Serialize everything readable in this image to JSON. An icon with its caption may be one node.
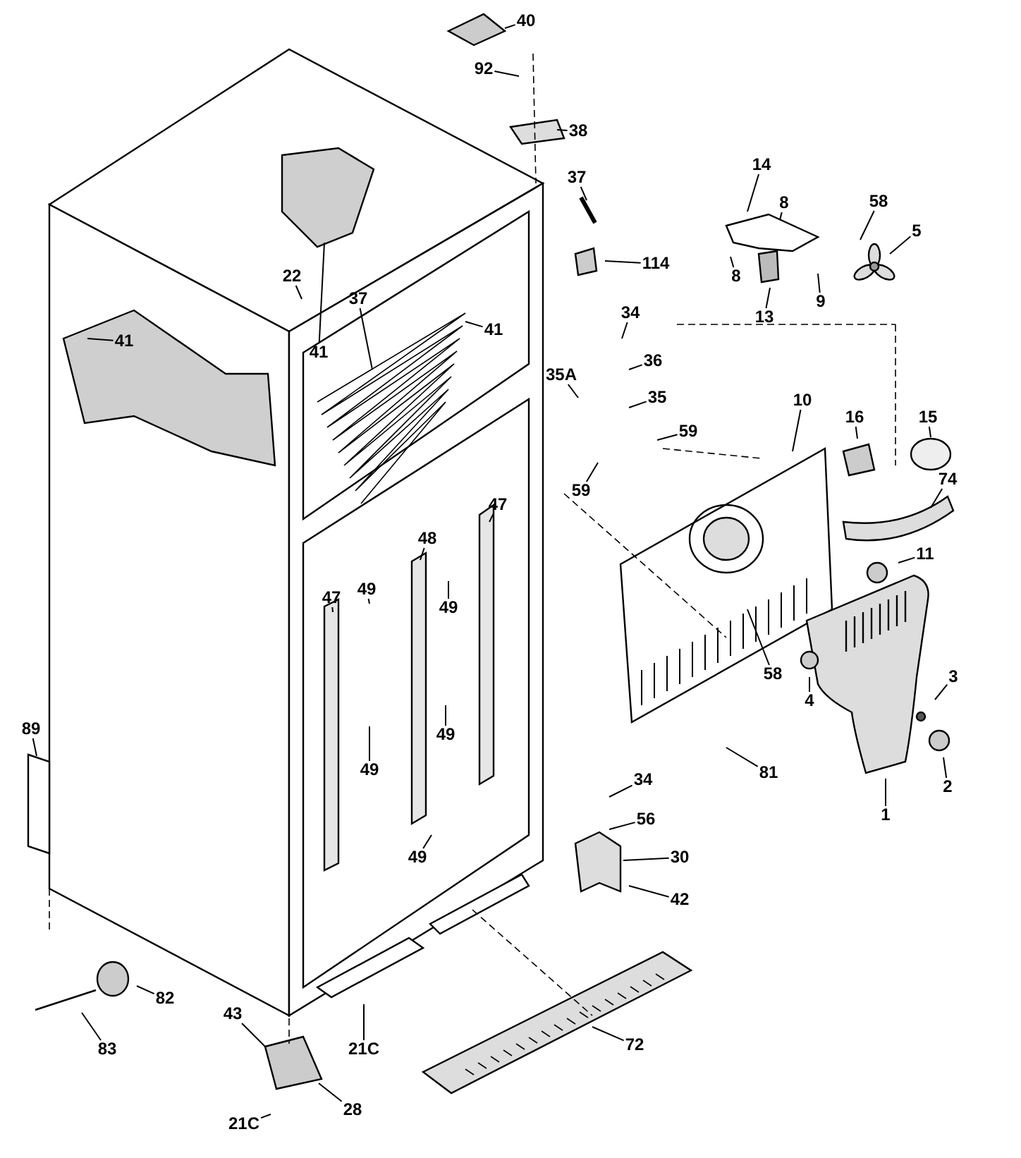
{
  "diagram": {
    "nodes": [
      {
        "text": [
          "40"
        ]
      },
      {
        "text": [
          "92"
        ]
      },
      {
        "text": [
          "38"
        ]
      },
      {
        "text": [
          "37"
        ]
      },
      {
        "text": [
          "14"
        ]
      },
      {
        "text": [
          "58"
        ]
      },
      {
        "text": [
          "8"
        ]
      },
      {
        "text": [
          "8"
        ]
      },
      {
        "text": [
          "5"
        ]
      },
      {
        "text": [
          "13"
        ]
      },
      {
        "text": [
          "9"
        ]
      },
      {
        "text": [
          "22"
        ]
      },
      {
        "text": [
          "41"
        ]
      },
      {
        "text": [
          "37"
        ]
      },
      {
        "text": [
          "114"
        ]
      },
      {
        "text": [
          "41"
        ]
      },
      {
        "text": [
          "41"
        ]
      },
      {
        "text": [
          "34"
        ]
      },
      {
        "text": [
          "36"
        ]
      },
      {
        "text": [
          "35A"
        ]
      },
      {
        "text": [
          "35"
        ]
      },
      {
        "text": [
          "59"
        ]
      },
      {
        "text": [
          "59"
        ]
      },
      {
        "text": [
          "10"
        ]
      },
      {
        "text": [
          "16"
        ]
      },
      {
        "text": [
          "15"
        ]
      },
      {
        "text": [
          "74"
        ]
      },
      {
        "text": [
          "47"
        ]
      },
      {
        "text": [
          "48"
        ]
      },
      {
        "text": [
          "47"
        ]
      },
      {
        "text": [
          "49"
        ]
      },
      {
        "text": [
          "49"
        ]
      },
      {
        "text": [
          "49"
        ]
      },
      {
        "text": [
          "49"
        ]
      },
      {
        "text": [
          "49"
        ]
      },
      {
        "text": [
          "11"
        ]
      },
      {
        "text": [
          "58"
        ]
      },
      {
        "text": [
          "4"
        ]
      },
      {
        "text": [
          "3"
        ]
      },
      {
        "text": [
          "2"
        ]
      },
      {
        "text": [
          "1"
        ]
      },
      {
        "text": [
          "81"
        ]
      },
      {
        "text": [
          "89"
        ]
      },
      {
        "text": [
          "34"
        ]
      },
      {
        "text": [
          "56"
        ]
      },
      {
        "text": [
          "30"
        ]
      },
      {
        "text": [
          "42"
        ]
      },
      {
        "text": [
          "82"
        ]
      },
      {
        "text": [
          "83"
        ]
      },
      {
        "text": [
          "21C"
        ]
      },
      {
        "text": [
          "72"
        ]
      },
      {
        "text": [
          "43"
        ]
      },
      {
        "text": [
          "28"
        ]
      },
      {
        "text": [
          "21C"
        ]
      }
    ],
    "edges": [
      {
        "from": 0,
        "to": null,
        "arrow": "none"
      },
      {
        "from": 1,
        "to": null,
        "arrow": "none"
      },
      {
        "from": 2,
        "to": null,
        "arrow": "none"
      },
      {
        "from": 3,
        "to": null,
        "arrow": "none"
      },
      {
        "from": 4,
        "to": null,
        "arrow": "none"
      },
      {
        "from": 5,
        "to": null,
        "arrow": "none"
      },
      {
        "from": 6,
        "to": null,
        "arrow": "none"
      },
      {
        "from": 7,
        "to": null,
        "arrow": "none"
      },
      {
        "from": 8,
        "to": null,
        "arrow": "none"
      },
      {
        "from": 9,
        "to": null,
        "arrow": "none"
      },
      {
        "from": 10,
        "to": null,
        "arrow": "none"
      },
      {
        "from": 11,
        "to": null,
        "arrow": "none"
      },
      {
        "from": 12,
        "to": null,
        "arrow": "none"
      },
      {
        "from": 13,
        "to": null,
        "arrow": "none"
      },
      {
        "from": 14,
        "to": null,
        "arrow": "none"
      },
      {
        "from": 15,
        "to": null,
        "arrow": "none"
      },
      {
        "from": 16,
        "to": null,
        "arrow": "none"
      },
      {
        "from": 17,
        "to": null,
        "arrow": "none"
      },
      {
        "from": 18,
        "to": null,
        "arrow": "none"
      },
      {
        "from": 19,
        "to": null,
        "arrow": "none"
      },
      {
        "from": 20,
        "to": null,
        "arrow": "none"
      },
      {
        "from": 21,
        "to": null,
        "arrow": "none"
      },
      {
        "from": 22,
        "to": null,
        "arrow": "none"
      },
      {
        "from": 23,
        "to": null,
        "arrow": "none"
      },
      {
        "from": 24,
        "to": null,
        "arrow": "none"
      },
      {
        "from": 25,
        "to": null,
        "arrow": "none"
      },
      {
        "from": 26,
        "to": null,
        "arrow": "none"
      },
      {
        "from": 27,
        "to": null,
        "arrow": "none"
      },
      {
        "from": 28,
        "to": null,
        "arrow": "none"
      },
      {
        "from": 29,
        "to": null,
        "arrow": "none"
      },
      {
        "from": 30,
        "to": null,
        "arrow": "none"
      },
      {
        "from": 31,
        "to": null,
        "arrow": "none"
      },
      {
        "from": 32,
        "to": null,
        "arrow": "none"
      },
      {
        "from": 33,
        "to": null,
        "arrow": "none"
      },
      {
        "from": 34,
        "to": null,
        "arrow": "none"
      },
      {
        "from": 35,
        "to": null,
        "arrow": "none"
      },
      {
        "from": 36,
        "to": null,
        "arrow": "none"
      },
      {
        "from": 37,
        "to": null,
        "arrow": "none"
      },
      {
        "from": 38,
        "to": null,
        "arrow": "none"
      },
      {
        "from": 39,
        "to": null,
        "arrow": "none"
      },
      {
        "from": 40,
        "to": null,
        "arrow": "none"
      },
      {
        "from": 41,
        "to": null,
        "arrow": "none"
      },
      {
        "from": 42,
        "to": null,
        "arrow": "none"
      },
      {
        "from": 43,
        "to": null,
        "arrow": "none"
      },
      {
        "from": 44,
        "to": null,
        "arrow": "none"
      },
      {
        "from": 45,
        "to": null,
        "arrow": "none"
      },
      {
        "from": 46,
        "to": null,
        "arrow": "none"
      },
      {
        "from": 47,
        "to": null,
        "arrow": "none"
      },
      {
        "from": 48,
        "to": null,
        "arrow": "none"
      },
      {
        "from": 49,
        "to": null,
        "arrow": "none"
      },
      {
        "from": 50,
        "to": null,
        "arrow": "none"
      },
      {
        "from": 51,
        "to": null,
        "arrow": "none"
      },
      {
        "from": 52,
        "to": null,
        "arrow": "none"
      },
      {
        "from": 53,
        "to": null,
        "arrow": "none"
      }
    ]
  }
}
